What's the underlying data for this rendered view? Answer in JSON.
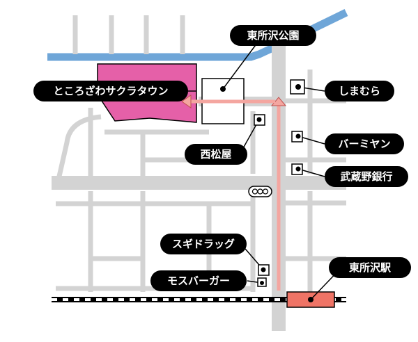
{
  "labels": {
    "park": "東所沢公園",
    "sakura_town": "ところざわサクラタウン",
    "shimamura": "しまむら",
    "nishimatsuya": "西松屋",
    "bamiyan": "バーミヤン",
    "musashino_bank": "武蔵野銀行",
    "sugi_drug": "スギドラッグ",
    "mos_burger": "モスバーガー",
    "station": "東所沢駅"
  },
  "colors": {
    "road": "#d3d3d3",
    "river": "#6fa6d8",
    "sakura_town": "#e560a8",
    "route_arrow": "#f4a6a0",
    "station": "#ef7466",
    "marker": "#000000",
    "label_bg": "#000000",
    "label_text": "#ffffff"
  },
  "icons": {
    "traffic_light": "traffic-light-icon",
    "route": "route-arrow-icon"
  }
}
